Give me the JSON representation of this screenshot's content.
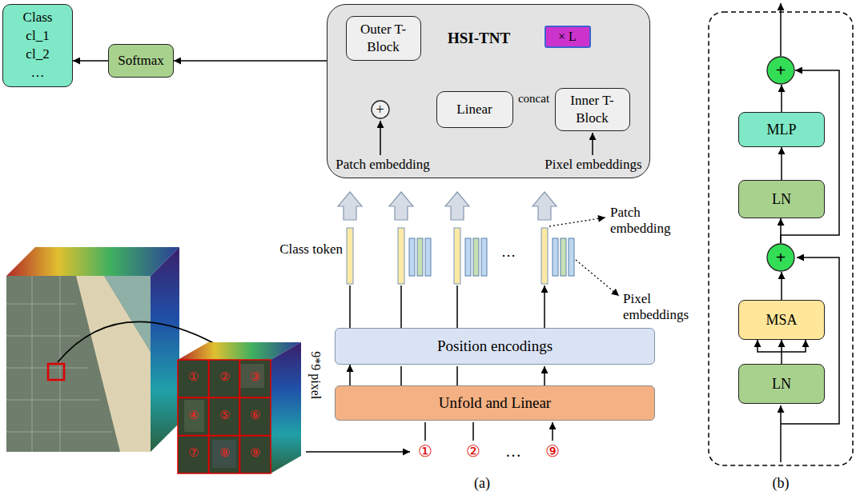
{
  "diagram": {
    "nodes": [
      {
        "text": [
          "Class",
          "cl_1",
          "cl_2",
          "…"
        ]
      },
      {
        "text": [
          "Softmax"
        ]
      },
      {
        "text": [
          "HSI-TNT"
        ]
      },
      {
        "text": [
          "× L"
        ],
        "in": 2
      },
      {
        "text": [
          "Outer T-Block"
        ],
        "in": 2
      },
      {
        "text": [
          "+"
        ],
        "in": 2
      },
      {
        "text": [
          "Linear"
        ],
        "in": 2
      },
      {
        "text": [
          "Inner T-Block"
        ],
        "in": 2
      },
      {
        "text": [
          "Position encodings"
        ]
      },
      {
        "text": [
          "Unfold and Linear"
        ]
      },
      {
        "text": [
          "+"
        ]
      },
      {
        "text": [
          "MLP"
        ]
      },
      {
        "text": [
          "LN"
        ]
      },
      {
        "text": [
          "+"
        ]
      },
      {
        "text": [
          "MSA"
        ]
      },
      {
        "text": [
          "LN"
        ]
      }
    ],
    "edges": [
      {
        "from": 1,
        "to": 0,
        "arrow": "to"
      },
      {
        "from": 2,
        "to": 1,
        "arrow": "to"
      },
      {
        "from": 5,
        "to": 4,
        "arrow": "to"
      },
      {
        "from": 6,
        "to": 5,
        "arrow": "to"
      },
      {
        "from": 7,
        "to": 6,
        "label": "concat",
        "arrow": "to"
      },
      {
        "from": 9,
        "to": 8,
        "arrow": "to"
      },
      {
        "from": 15,
        "to": 14,
        "arrow": "to"
      },
      {
        "from": 14,
        "to": 13,
        "arrow": "to"
      },
      {
        "from": 13,
        "to": 12,
        "arrow": "to"
      },
      {
        "from": 12,
        "to": 11,
        "arrow": "to"
      },
      {
        "from": 11,
        "to": 10,
        "arrow": "to"
      },
      {
        "from": 13,
        "to": 10,
        "arrow": "to"
      }
    ],
    "labels": [
      "Patch embedding",
      "Pixel embeddings",
      "Class token",
      "Patch embedding",
      "Pixel embeddings",
      "…",
      "9*9 pixel",
      "①",
      "②",
      "③",
      "④",
      "⑤",
      "⑥",
      "⑦",
      "⑧",
      "⑨",
      "①",
      "②",
      "…",
      "⑨",
      "(a)",
      "(b)"
    ]
  }
}
